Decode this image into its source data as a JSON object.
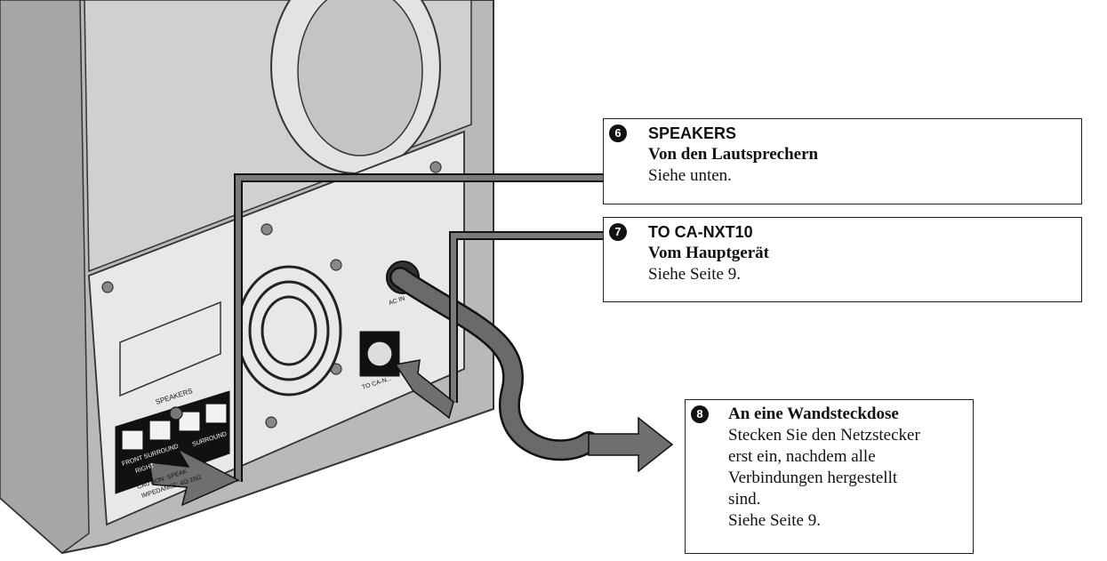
{
  "panel_labels": {
    "speakers": "SPEAKERS",
    "front_surround": "FRONT SURROUND",
    "right": "RIGHT",
    "surround": "SURROUND",
    "caution": "CAUTION: SPEAK",
    "impedance": "IMPEDANCE: 4Ω-16Ω",
    "ac_in": "AC IN",
    "to_ca": "TO CA-N..."
  },
  "callouts": [
    {
      "num": "6",
      "head": "SPEAKERS",
      "sub": "Von den Lautsprechern",
      "body": "Siehe unten."
    },
    {
      "num": "7",
      "head": "TO CA-NXT10",
      "sub": "Vom Hauptgerät",
      "body": "Siehe Seite 9."
    },
    {
      "num": "8",
      "head": "An eine Wandsteckdose",
      "body_lines": [
        "Stecken Sie den Netzstecker",
        "erst ein, nachdem alle",
        "Verbindungen hergestellt",
        "sind.",
        "Siehe Seite 9."
      ]
    }
  ]
}
